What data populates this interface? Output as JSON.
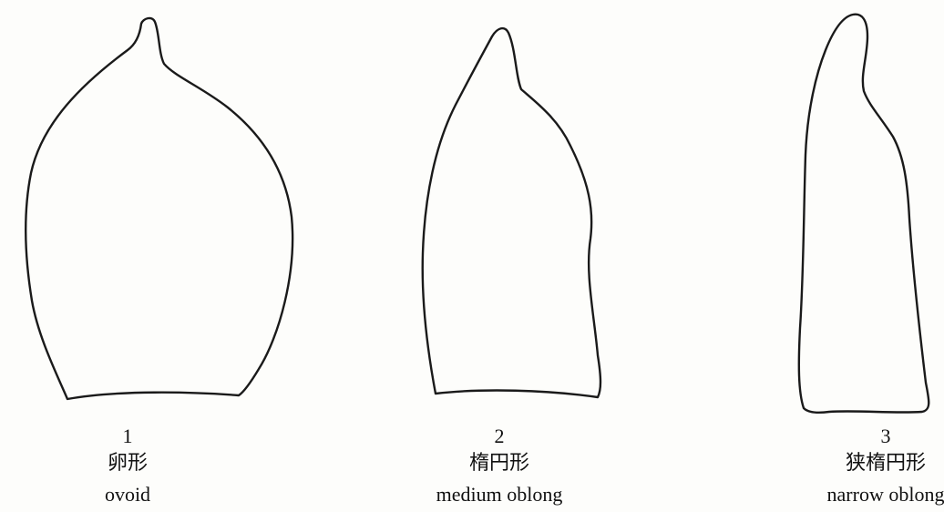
{
  "figure": {
    "shapes": [
      {
        "number": "1",
        "name_ja": "卵形",
        "name_en": "ovoid"
      },
      {
        "number": "2",
        "name_ja": "楕円形",
        "name_en": "medium oblong"
      },
      {
        "number": "3",
        "name_ja": "狭楕円形",
        "name_en": "narrow oblong"
      }
    ],
    "colors": {
      "outline": "#1a1a1a",
      "text": "#111111",
      "background": "#fdfdfb"
    }
  }
}
